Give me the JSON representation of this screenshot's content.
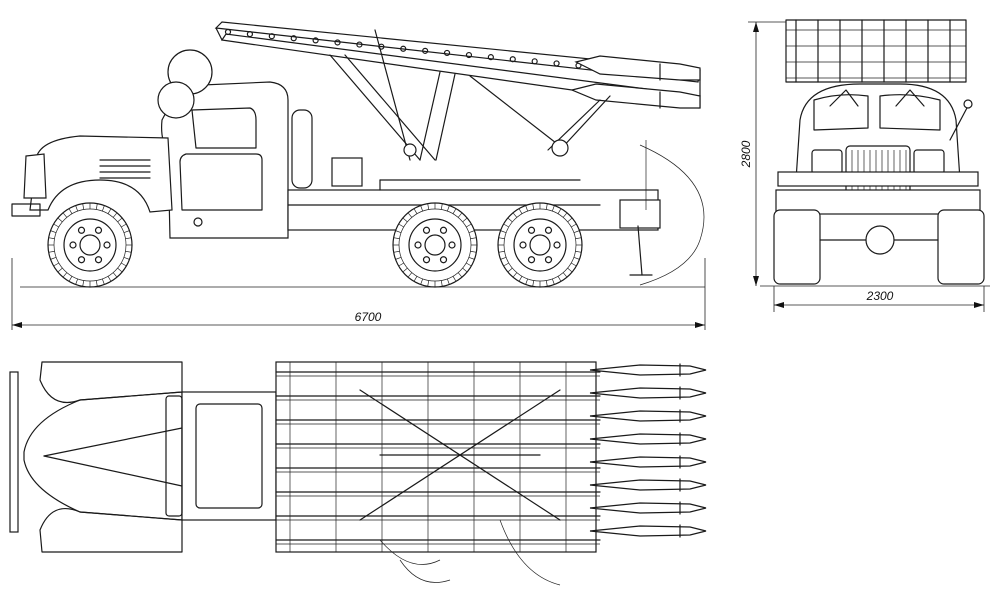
{
  "dimensions": {
    "overall_length": "6700",
    "overall_height": "2800",
    "track_width": "2300"
  },
  "views": {
    "side": "side-view",
    "front": "front-view",
    "top": "top-view"
  },
  "colors": {
    "ink": "#1a1a1a",
    "paper": "#ffffff"
  }
}
